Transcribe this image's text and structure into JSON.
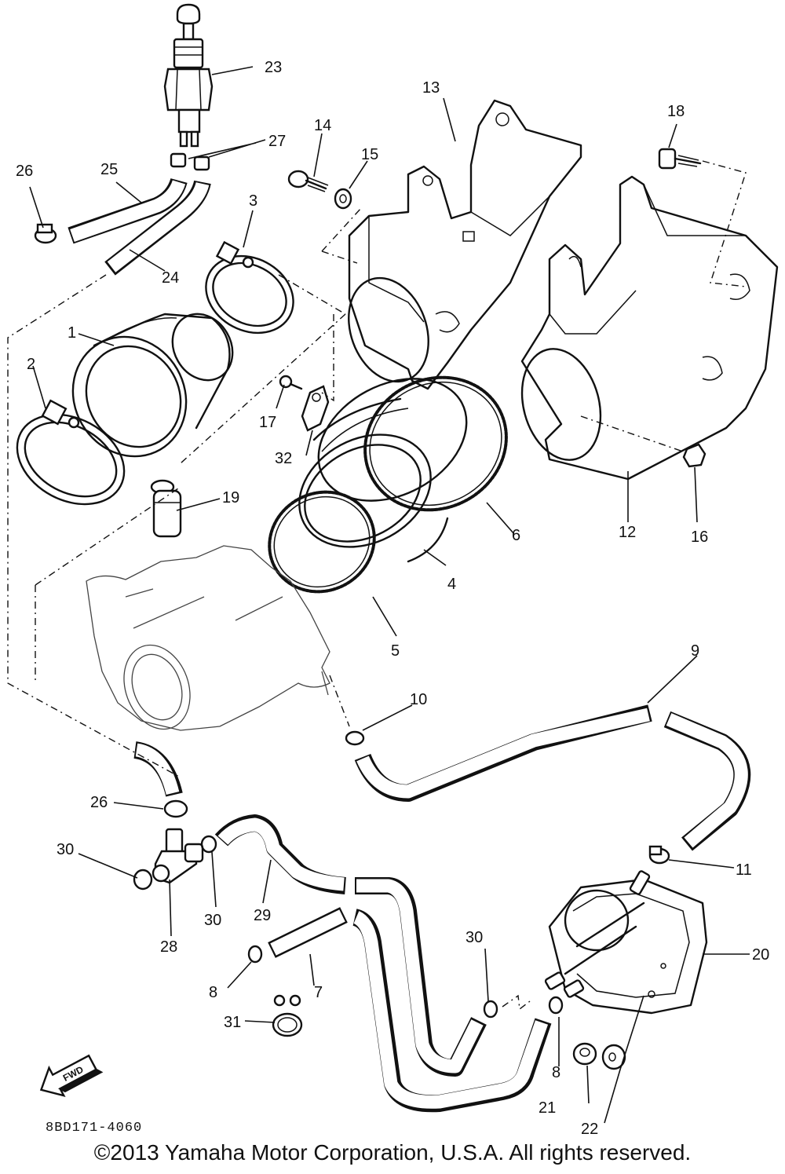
{
  "diagram": {
    "drawing_code": "8BD171-4060",
    "copyright": "©2013 Yamaha Motor Corporation, U.S.A. All rights reserved.",
    "direction_badge": "FWD",
    "callouts": [
      "1",
      "2",
      "3",
      "4",
      "5",
      "6",
      "7",
      "8",
      "8",
      "9",
      "10",
      "11",
      "12",
      "13",
      "14",
      "15",
      "16",
      "17",
      "18",
      "19",
      "20",
      "21",
      "22",
      "23",
      "24",
      "25",
      "26",
      "26",
      "27",
      "28",
      "29",
      "30",
      "30",
      "30",
      "31",
      "32"
    ]
  }
}
